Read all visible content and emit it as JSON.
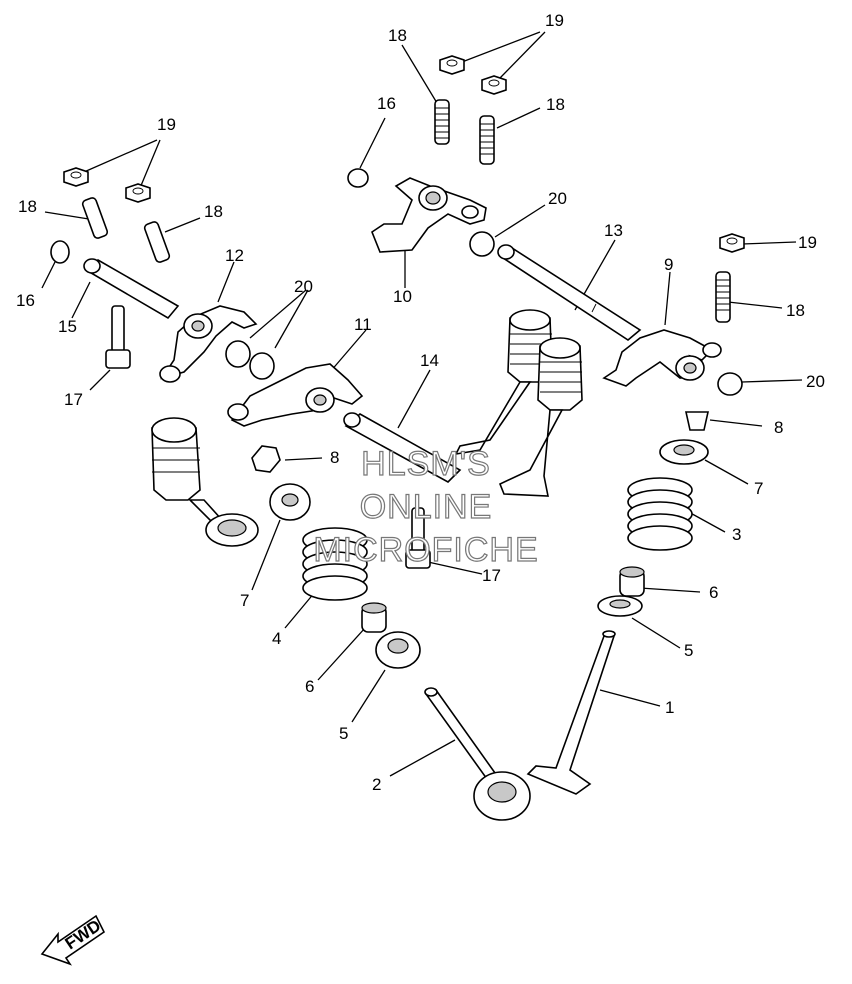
{
  "callouts": [
    {
      "id": "c1",
      "text": "1"
    },
    {
      "id": "c2",
      "text": "2"
    },
    {
      "id": "c3",
      "text": "3"
    },
    {
      "id": "c4",
      "text": "4"
    },
    {
      "id": "c5a",
      "text": "5"
    },
    {
      "id": "c5b",
      "text": "5"
    },
    {
      "id": "c6a",
      "text": "6"
    },
    {
      "id": "c6b",
      "text": "6"
    },
    {
      "id": "c7a",
      "text": "7"
    },
    {
      "id": "c7b",
      "text": "7"
    },
    {
      "id": "c8a",
      "text": "8"
    },
    {
      "id": "c8b",
      "text": "8"
    },
    {
      "id": "c9",
      "text": "9"
    },
    {
      "id": "c10",
      "text": "10"
    },
    {
      "id": "c11",
      "text": "11"
    },
    {
      "id": "c12",
      "text": "12"
    },
    {
      "id": "c13",
      "text": "13"
    },
    {
      "id": "c14",
      "text": "14"
    },
    {
      "id": "c15",
      "text": "15"
    },
    {
      "id": "c16a",
      "text": "16"
    },
    {
      "id": "c16b",
      "text": "16"
    },
    {
      "id": "c17a",
      "text": "17"
    },
    {
      "id": "c17b",
      "text": "17"
    },
    {
      "id": "c18a",
      "text": "18"
    },
    {
      "id": "c18b",
      "text": "18"
    },
    {
      "id": "c18c",
      "text": "18"
    },
    {
      "id": "c18d",
      "text": "18"
    },
    {
      "id": "c18e",
      "text": "18"
    },
    {
      "id": "c19a",
      "text": "19"
    },
    {
      "id": "c19b",
      "text": "19"
    },
    {
      "id": "c19c",
      "text": "19"
    },
    {
      "id": "c20a",
      "text": "20"
    },
    {
      "id": "c20b",
      "text": "20"
    },
    {
      "id": "c20c",
      "text": "20"
    }
  ],
  "direction_badge": "FWD",
  "watermark": {
    "line1": "HLSM'S",
    "line2": "ONLINE",
    "line3": "MICROFICHE"
  }
}
